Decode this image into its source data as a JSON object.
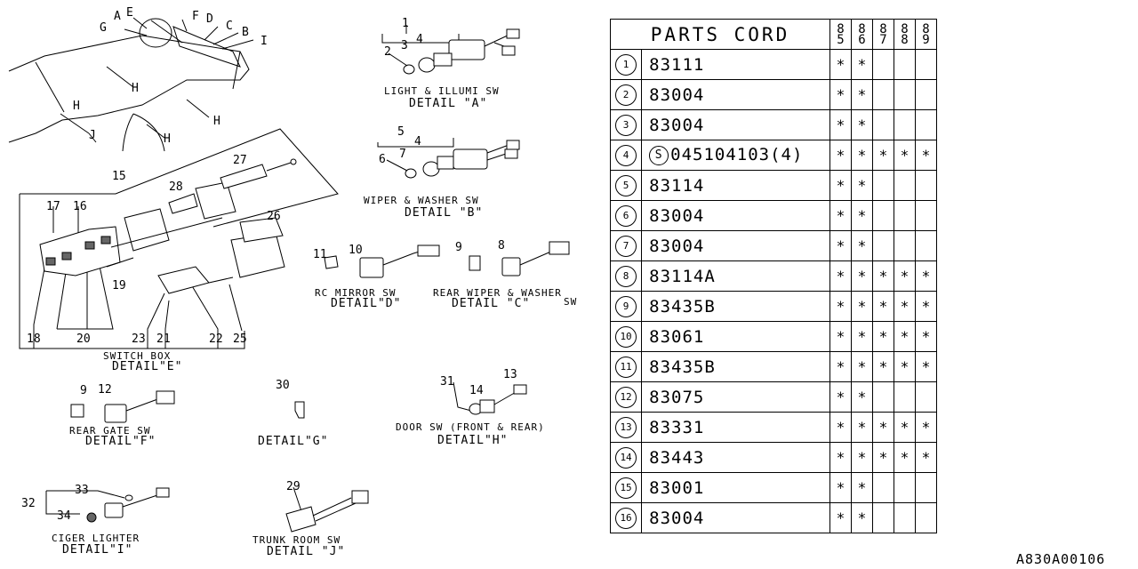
{
  "diagram": {
    "callouts": [
      "A",
      "E",
      "F",
      "D",
      "G",
      "C",
      "B",
      "I",
      "H",
      "H",
      "H",
      "H",
      "J",
      "1",
      "2",
      "3",
      "4",
      "5",
      "4",
      "7",
      "6",
      "27",
      "15",
      "28",
      "17",
      "16",
      "26",
      "19",
      "18",
      "20",
      "23",
      "21",
      "22",
      "25",
      "11",
      "10",
      "9",
      "8",
      "9",
      "12",
      "30",
      "31",
      "13",
      "14",
      "29",
      "33",
      "32",
      "34"
    ],
    "captions": [
      {
        "title": "LIGHT & ILLUMI SW",
        "detail": "DETAIL \"A\""
      },
      {
        "title": "WIPER & WASHER SW",
        "detail": "DETAIL \"B\""
      },
      {
        "title": "RC MIRROR SW",
        "detail": "DETAIL\"D\""
      },
      {
        "title": "REAR WIPER & WASHER",
        "detail": "DETAIL \"C\"",
        "extra": "SW"
      },
      {
        "title": "SWITCH  BOX",
        "detail": "DETAIL\"E\""
      },
      {
        "title": "REAR GATE SW",
        "detail": "DETAIL\"F\""
      },
      {
        "title": "",
        "detail": "DETAIL\"G\""
      },
      {
        "title": "DOOR  SW  (FRONT & REAR)",
        "detail": "DETAIL\"H\""
      },
      {
        "title": "CIGER LIGHTER",
        "detail": "DETAIL\"I\""
      },
      {
        "title": "TRUNK ROOM SW",
        "detail": "DETAIL \"J\""
      }
    ]
  },
  "table": {
    "header": "PARTS CORD",
    "years": [
      "85",
      "86",
      "87",
      "88",
      "89"
    ],
    "mark": "*",
    "rows": [
      {
        "no": "1",
        "code": "83111",
        "marks": [
          1,
          1,
          0,
          0,
          0
        ]
      },
      {
        "no": "2",
        "code": "83004",
        "marks": [
          1,
          1,
          0,
          0,
          0
        ]
      },
      {
        "no": "3",
        "code": "83004",
        "marks": [
          1,
          1,
          0,
          0,
          0
        ]
      },
      {
        "no": "4",
        "prefix": "S",
        "code": "045104103(4)",
        "marks": [
          1,
          1,
          1,
          1,
          1
        ]
      },
      {
        "no": "5",
        "code": "83114",
        "marks": [
          1,
          1,
          0,
          0,
          0
        ]
      },
      {
        "no": "6",
        "code": "83004",
        "marks": [
          1,
          1,
          0,
          0,
          0
        ]
      },
      {
        "no": "7",
        "code": "83004",
        "marks": [
          1,
          1,
          0,
          0,
          0
        ]
      },
      {
        "no": "8",
        "code": "83114A",
        "marks": [
          1,
          1,
          1,
          1,
          1
        ]
      },
      {
        "no": "9",
        "code": "83435B",
        "marks": [
          1,
          1,
          1,
          1,
          1
        ]
      },
      {
        "no": "10",
        "code": "83061",
        "marks": [
          1,
          1,
          1,
          1,
          1
        ]
      },
      {
        "no": "11",
        "code": "83435B",
        "marks": [
          1,
          1,
          1,
          1,
          1
        ]
      },
      {
        "no": "12",
        "code": "83075",
        "marks": [
          1,
          1,
          0,
          0,
          0
        ]
      },
      {
        "no": "13",
        "code": "83331",
        "marks": [
          1,
          1,
          1,
          1,
          1
        ]
      },
      {
        "no": "14",
        "code": "83443",
        "marks": [
          1,
          1,
          1,
          1,
          1
        ]
      },
      {
        "no": "15",
        "code": "83001",
        "marks": [
          1,
          1,
          0,
          0,
          0
        ]
      },
      {
        "no": "16",
        "code": "83004",
        "marks": [
          1,
          1,
          0,
          0,
          0
        ]
      }
    ]
  },
  "figure_id": "A830A00106"
}
